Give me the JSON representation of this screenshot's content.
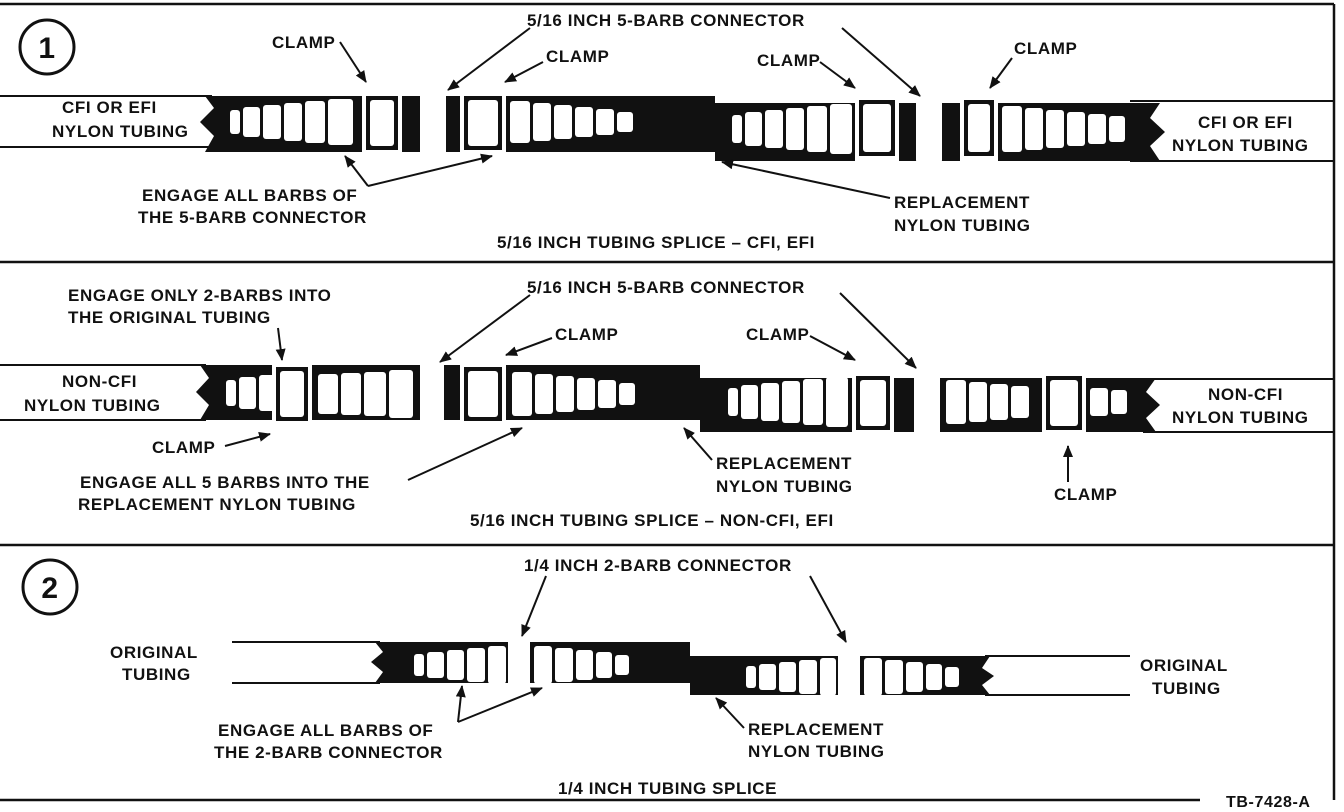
{
  "colors": {
    "ink": "#111111",
    "paper": "#ffffff"
  },
  "panel1": {
    "number": "1",
    "left_tubing": [
      "CFI OR EFI",
      "NYLON TUBING"
    ],
    "right_tubing": [
      "CFI OR EFI",
      "NYLON TUBING"
    ],
    "connector": "5/16 INCH 5-BARB CONNECTOR",
    "clamp": "CLAMP",
    "engage": [
      "ENGAGE ALL BARBS OF",
      "THE 5-BARB CONNECTOR"
    ],
    "replacement": [
      "REPLACEMENT",
      "NYLON TUBING"
    ],
    "caption": "5/16 INCH TUBING SPLICE – CFI, EFI"
  },
  "panel2": {
    "engage_only": [
      "ENGAGE ONLY 2-BARBS INTO",
      "THE ORIGINAL TUBING"
    ],
    "connector": "5/16 INCH 5-BARB CONNECTOR",
    "clamp": "CLAMP",
    "left_tubing": [
      "NON-CFI",
      "NYLON TUBING"
    ],
    "right_tubing": [
      "NON-CFI",
      "NYLON TUBING"
    ],
    "engage_all": [
      "ENGAGE ALL 5 BARBS INTO THE",
      "REPLACEMENT NYLON TUBING"
    ],
    "replacement": [
      "REPLACEMENT",
      "NYLON TUBING"
    ],
    "caption": "5/16 INCH TUBING SPLICE – NON-CFI, EFI"
  },
  "panel3": {
    "number": "2",
    "connector": "1/4 INCH 2-BARB CONNECTOR",
    "left_tubing": [
      "ORIGINAL",
      "TUBING"
    ],
    "right_tubing": [
      "ORIGINAL",
      "TUBING"
    ],
    "engage": [
      "ENGAGE ALL BARBS OF",
      "THE 2-BARB CONNECTOR"
    ],
    "replacement": [
      "REPLACEMENT",
      "NYLON TUBING"
    ],
    "caption": "1/4 INCH TUBING SPLICE"
  },
  "figure_id": "TB-7428-A"
}
